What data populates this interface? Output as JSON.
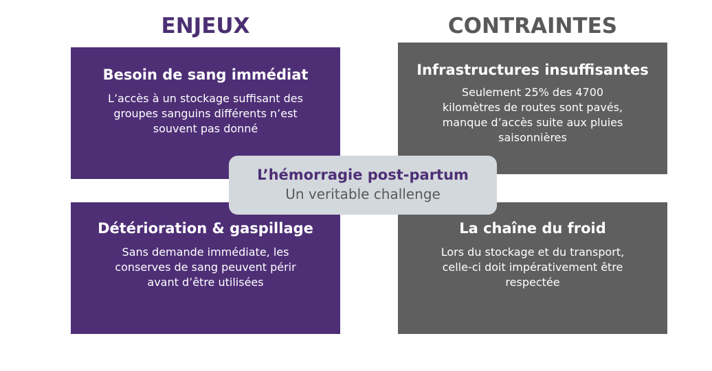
{
  "headings": {
    "left": "ENJEUX",
    "right": "CONTRAINTES"
  },
  "boxes": {
    "top_left": {
      "title": "Besoin de sang immédiat",
      "lines": [
        "L’accès à un stockage suffisant des",
        "groupes sanguins différents n’est",
        "souvent pas donné"
      ]
    },
    "top_right": {
      "title": "Infrastructures insuffisantes",
      "lines": [
        "Seulement 25% des 4700",
        "kilomètres de routes sont pavés,",
        "manque d’accès suite aux pluies",
        "saisonnières"
      ]
    },
    "bottom_left": {
      "title": "Détérioration & gaspillage",
      "lines": [
        "Sans demande immédiate, les",
        "conserves de sang peuvent périr",
        "avant d’être utilisées"
      ]
    },
    "bottom_right": {
      "title": "La chaîne du froid",
      "lines": [
        "Lors du stockage et du transport,",
        "celle-ci doit impérativement être",
        "respectée"
      ]
    }
  },
  "center": {
    "title": "L’hémorragie post-partum",
    "subtitle": "Un veritable challenge"
  },
  "colors": {
    "purple": "#4e2f76",
    "gray": "#5f5f5f",
    "center_background": "#d3d8dc"
  }
}
